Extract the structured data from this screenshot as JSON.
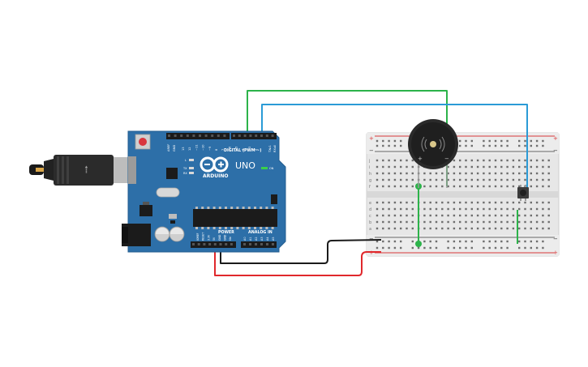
{
  "board": {
    "logo_text": "ARDUINO",
    "model": "UNO",
    "digital_label": "DIGITAL (PWM ~)",
    "power_label": "POWER",
    "analog_label": "ANALOG IN",
    "aref": "AREF",
    "gnd_top": "GND",
    "tx": "TX",
    "rx": "RX",
    "l": "L",
    "on": "ON",
    "txd": "TX▸1",
    "rxd": "RX◂0",
    "digital_pins": [
      "13",
      "12",
      "~11",
      "~10",
      "~9",
      "8",
      "7",
      "~6",
      "~5",
      "4",
      "~3",
      "2"
    ],
    "power_pins": [
      "IOREF",
      "RESET",
      "3.3V",
      "5V",
      "GND",
      "GND",
      "Vin"
    ],
    "analog_pins": [
      "A0",
      "A1",
      "A2",
      "A3",
      "A4",
      "A5"
    ]
  },
  "breadboard": {
    "plus": "+",
    "minus": "−",
    "row_letters_top": [
      "j",
      "i",
      "h",
      "g",
      "f"
    ],
    "row_letters_bottom": [
      "e",
      "d",
      "c",
      "b",
      "a"
    ]
  },
  "buzzer": {
    "plus": "+",
    "minus": "−"
  },
  "colors": {
    "board_blue": "#2d6fa8",
    "wire_green": "#2cb34a",
    "wire_blue": "#2b9bd6",
    "wire_black": "#1b1b1b",
    "wire_red": "#e0282c",
    "rail_red": "#d9383a",
    "rail_black": "#3a3a3a",
    "breadboard": "#e9e9e9"
  }
}
